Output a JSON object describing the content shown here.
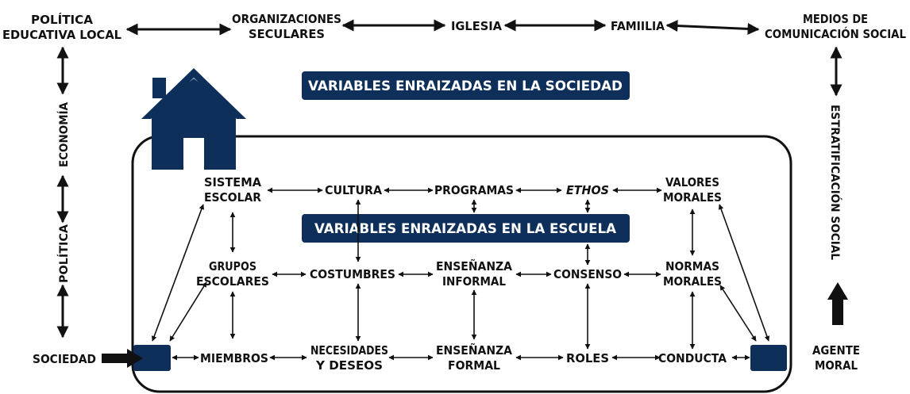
{
  "colors": {
    "navy": "#0d2f5a",
    "ink": "#111111",
    "white": "#ffffff"
  },
  "society": {
    "politica_educativa": [
      "POLÍTICA",
      "EDUCATIVA LOCAL"
    ],
    "organizaciones": [
      "ORGANIZACIONES",
      "SECULARES"
    ],
    "iglesia": "IGLESIA",
    "familia": "FAMIILIA",
    "medios": [
      "MEDIOS DE",
      "COMUNICACIÓN SOCIAL"
    ],
    "economia": "ECONOMÍA",
    "politica": "POLÍTICA",
    "estratificacion": "ESTRATIFICACIÓN SOCIAL",
    "sociedad": "SOCIEDAD",
    "agente": [
      "AGENTE",
      "MORAL"
    ],
    "banner": "VARIABLES ENRAIZADAS EN LA SOCIEDAD",
    "house_icon": "house-icon"
  },
  "school": {
    "banner": "VARIABLES ENRAIZADAS EN LA ESCUELA",
    "sistema": [
      "SISTEMA",
      "ESCOLAR"
    ],
    "cultura": "CULTURA",
    "programas": "PROGRAMAS",
    "ethos": "ETHOS",
    "valores": [
      "VALORES",
      "MORALES"
    ],
    "grupos": [
      "GRUPOS",
      "ESCOLARES"
    ],
    "costumbres": "COSTUMBRES",
    "ens_informal": [
      "ENSEÑANZA",
      "INFORMAL"
    ],
    "consenso": "CONSENSO",
    "normas": [
      "NORMAS",
      "MORALES"
    ],
    "miembros": "MIEMBROS",
    "necesidades": [
      "NECESIDADES",
      "Y DESEOS"
    ],
    "ens_formal": [
      "ENSEÑANZA",
      "FORMAL"
    ],
    "roles": "ROLES",
    "conducta": "CONDUCTA"
  }
}
